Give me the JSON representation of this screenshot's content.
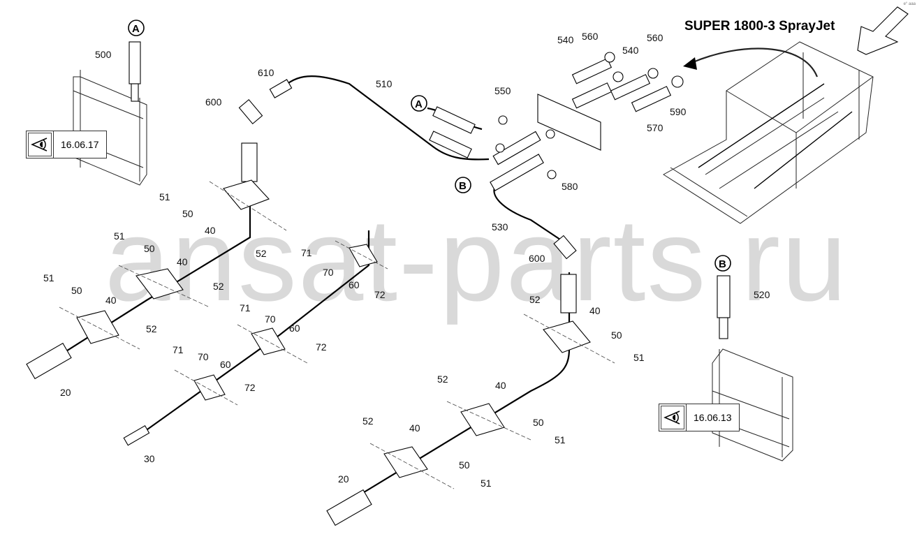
{
  "title": "SUPER 1800-3 SprayJet",
  "watermark": "ansat-parts.ru",
  "corner_mark": "e° aaa",
  "references": [
    {
      "icon": "eye-view-icon",
      "number": "16.06.17"
    },
    {
      "icon": "eye-view-icon",
      "number": "16.06.13"
    }
  ],
  "connectors": [
    "A",
    "A",
    "B",
    "B"
  ],
  "labels": [
    "500",
    "610",
    "600",
    "510",
    "550",
    "540",
    "560",
    "540",
    "560",
    "590",
    "570",
    "580",
    "530",
    "600",
    "520",
    "51",
    "50",
    "40",
    "52",
    "51",
    "50",
    "40",
    "52",
    "51",
    "50",
    "40",
    "52",
    "20",
    "71",
    "70",
    "60",
    "72",
    "71",
    "70",
    "60",
    "72",
    "71",
    "70",
    "60",
    "72",
    "30",
    "52",
    "40",
    "50",
    "51",
    "52",
    "40",
    "50",
    "51",
    "52",
    "40",
    "50",
    "51",
    "20"
  ],
  "colors": {
    "line": "#000000",
    "watermark": "#d9d9d9"
  }
}
